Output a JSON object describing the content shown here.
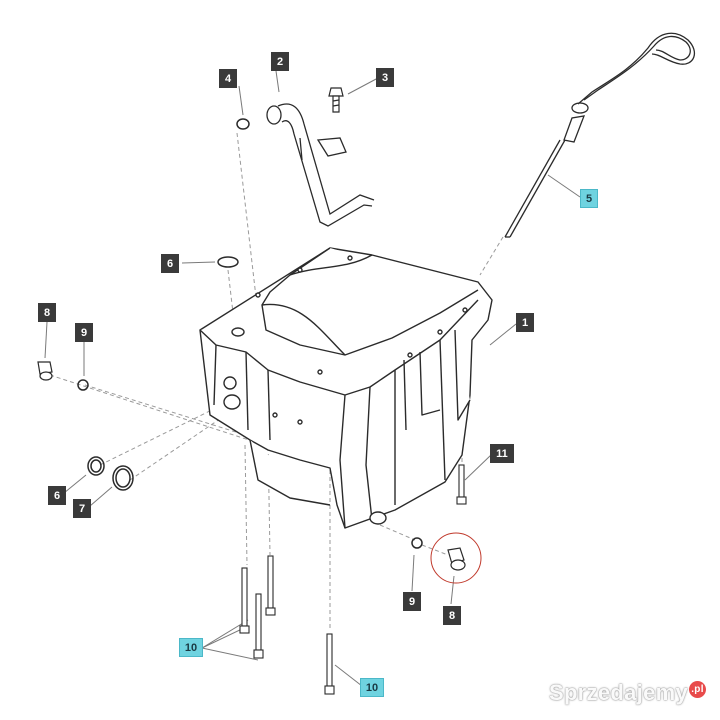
{
  "callouts": {
    "c1": "1",
    "c2": "2",
    "c3": "3",
    "c4": "4",
    "c5": "5",
    "c6_top": "6",
    "c6_left": "6",
    "c7": "7",
    "c8_left": "8",
    "c8_bottom": "8",
    "c9_left": "9",
    "c9_bottom": "9",
    "c10_left": "10",
    "c10_bottom": "10",
    "c11": "11"
  },
  "watermark": {
    "text": "Sprzedajemy",
    "suffix": ".pl"
  },
  "colors": {
    "line": "#2b2b2b",
    "leader": "#8a8a8a",
    "highlight_callout": "#6fd3e0",
    "callout": "#3a3a3a",
    "circle_marker": "#c0392b"
  }
}
